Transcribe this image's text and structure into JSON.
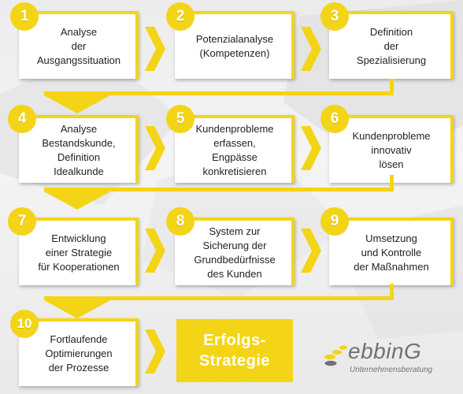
{
  "colors": {
    "accent": "#f4d416",
    "box_fill": "#ffffff",
    "text": "#222222",
    "logo": "#6e7275"
  },
  "steps": [
    {
      "number": "1",
      "text": "Analyse\nder\nAusgangssituation"
    },
    {
      "number": "2",
      "text": "Potenzialanalyse\n(Kompetenzen)"
    },
    {
      "number": "3",
      "text": "Definition\nder\nSpezialisierung"
    },
    {
      "number": "4",
      "text": "Analyse\nBestandskunde,\nDefinition\nIdealkunde"
    },
    {
      "number": "5",
      "text": "Kundenprobleme\nerfassen,\nEngpässe\nkonkretisieren"
    },
    {
      "number": "6",
      "text": "Kundenprobleme\ninnovativ\nlösen"
    },
    {
      "number": "7",
      "text": "Entwicklung\neiner Strategie\nfür Kooperationen"
    },
    {
      "number": "8",
      "text": "System zur\nSicherung der\nGrundbedürfnisse\ndes Kunden"
    },
    {
      "number": "9",
      "text": "Umsetzung\nund Kontrolle\nder Maßnahmen"
    },
    {
      "number": "10",
      "text": "Fortlaufende\nOptimierungen\nder Prozesse"
    }
  ],
  "result": {
    "text": "Erfolgs-\nStrategie"
  },
  "logo": {
    "name": "ebbinG",
    "subtitle": "Unternehmensberatung"
  }
}
